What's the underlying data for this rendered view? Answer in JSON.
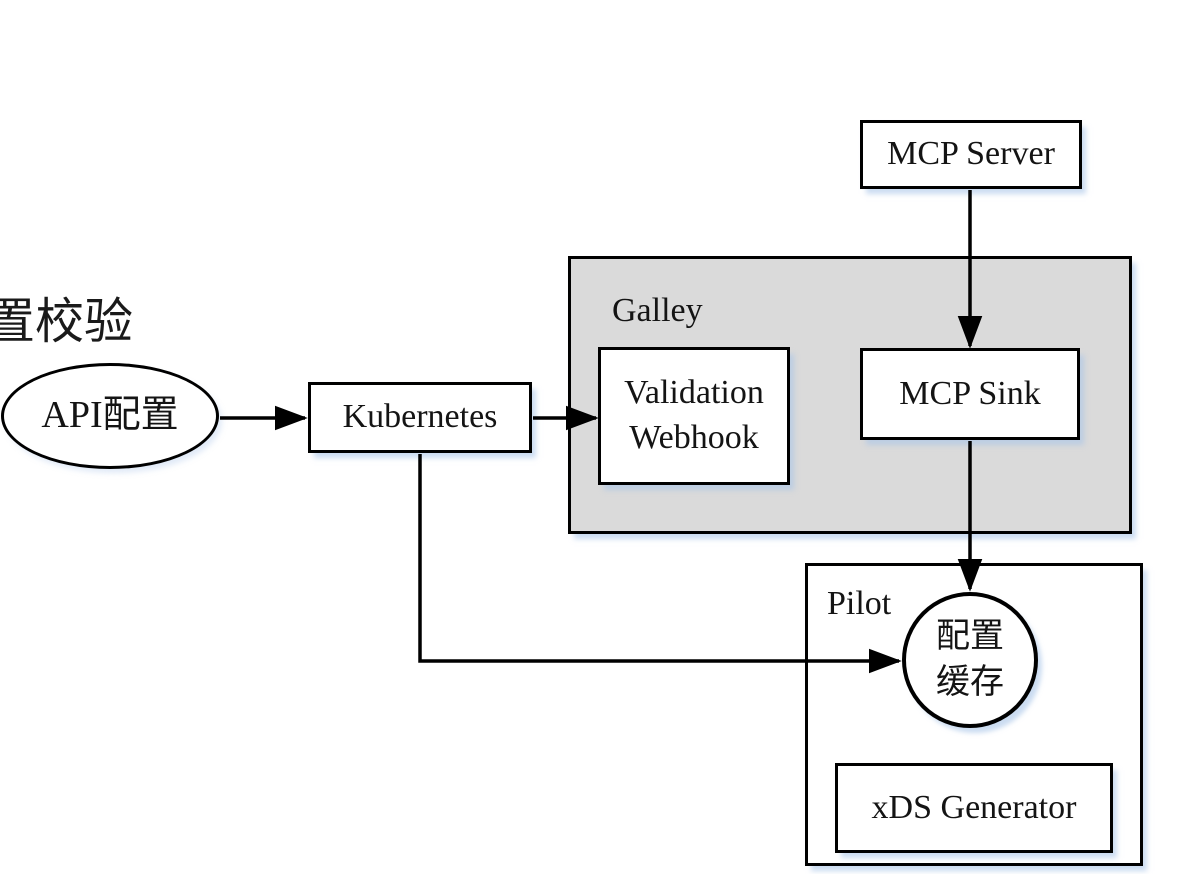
{
  "diagram": {
    "annotation_top_left": "置校验",
    "nodes": {
      "api_config": {
        "label": "API配置",
        "shape": "ellipse"
      },
      "kubernetes": {
        "label": "Kubernetes",
        "shape": "rect"
      },
      "mcp_server": {
        "label": "MCP Server",
        "shape": "rect"
      },
      "galley": {
        "label": "Galley",
        "shape": "group",
        "fill": "#dadada"
      },
      "validation_webhook": {
        "lines": [
          "Validation",
          "Webhook"
        ],
        "shape": "rect"
      },
      "mcp_sink": {
        "label": "MCP Sink",
        "shape": "rect"
      },
      "pilot": {
        "label": "Pilot",
        "shape": "group",
        "fill": "#ffffff"
      },
      "config_cache": {
        "lines": [
          "配置",
          "缓存"
        ],
        "shape": "circle"
      },
      "xds_generator": {
        "label": "xDS Generator",
        "shape": "rect"
      }
    },
    "edges": [
      {
        "from": "api_config",
        "to": "kubernetes"
      },
      {
        "from": "kubernetes",
        "to": "validation_webhook"
      },
      {
        "from": "mcp_server",
        "to": "mcp_sink"
      },
      {
        "from": "mcp_sink",
        "to": "config_cache"
      },
      {
        "from": "kubernetes",
        "to": "config_cache"
      }
    ],
    "colors": {
      "node_fill": "#ffffff",
      "galley_fill": "#dadada",
      "border": "#000000",
      "text": "#141414",
      "shadow": "#c9daf0"
    }
  }
}
